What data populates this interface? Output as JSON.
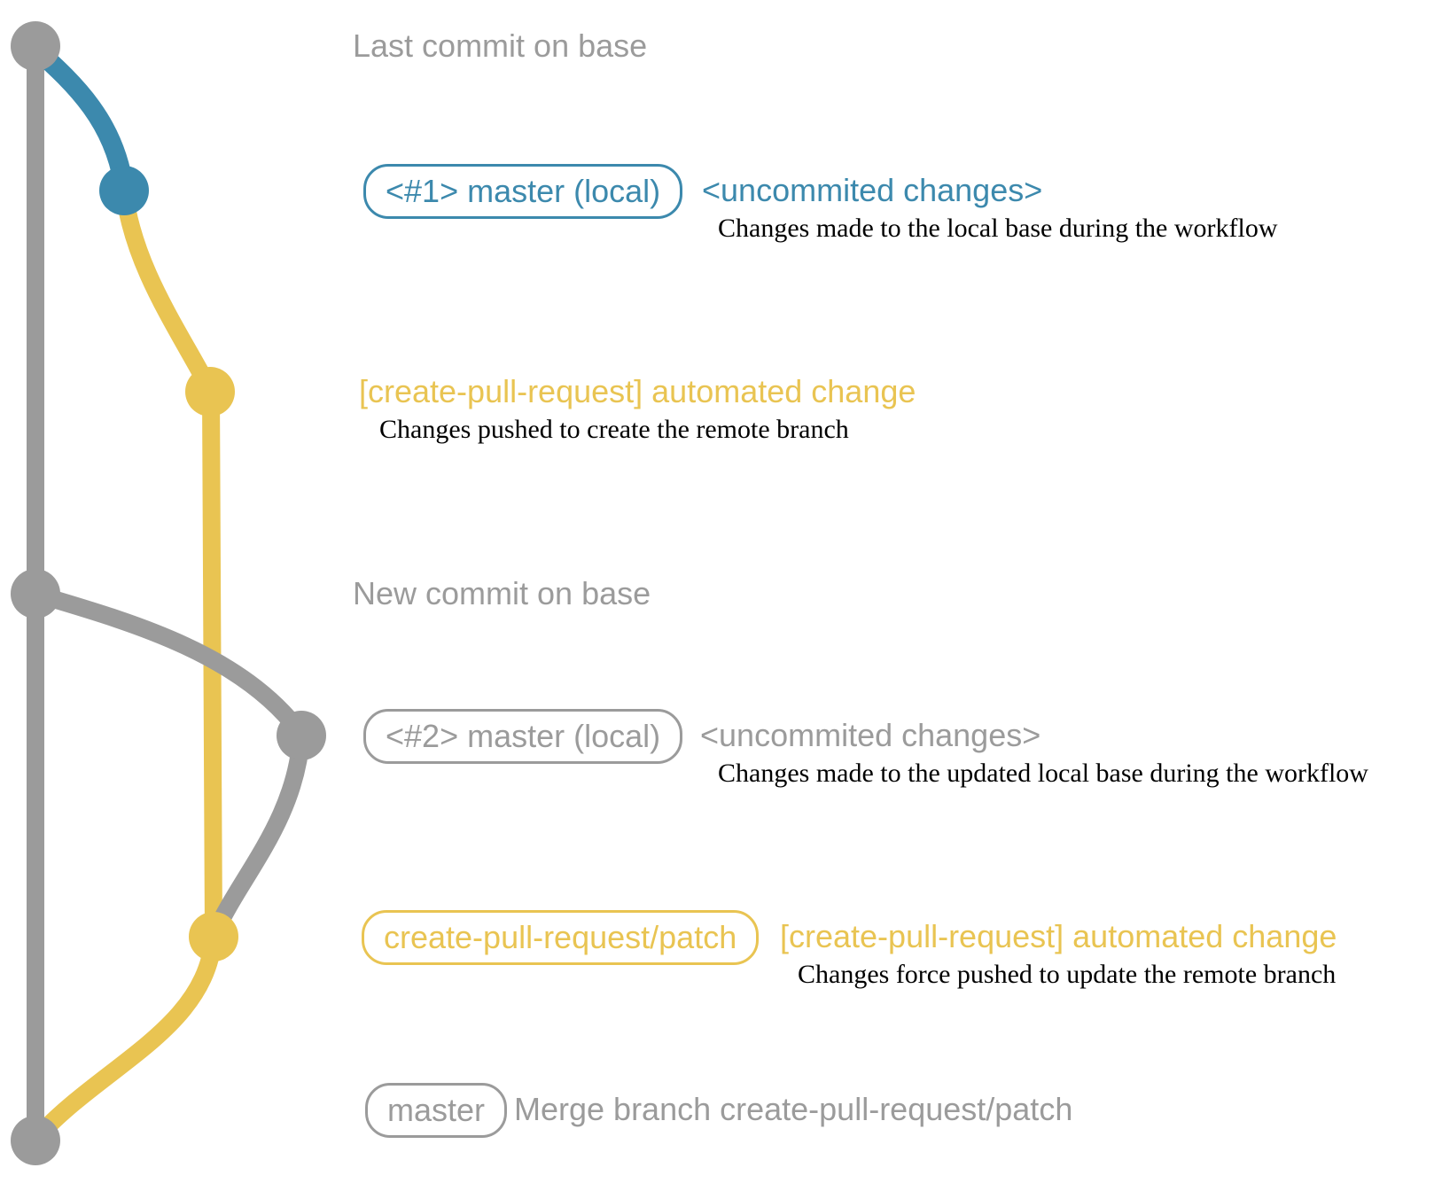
{
  "colors": {
    "gray": "#9b9b9b",
    "blue": "#3c89ad",
    "yellow": "#e9c452",
    "description_text": "#000000",
    "background": "#ffffff"
  },
  "annotations": {
    "last_commit": "Last commit on base",
    "new_commit": "New commit on base"
  },
  "commits": [
    {
      "pill": "<#1> master (local)",
      "message": "<uncommited changes>",
      "description": "Changes made to the local base during the workflow"
    },
    {
      "message": "[create-pull-request] automated change",
      "description": "Changes pushed to create the remote branch"
    },
    {
      "pill": "<#2> master (local)",
      "message": "<uncommited changes>",
      "description": "Changes made to the updated local base during the workflow"
    },
    {
      "pill": "create-pull-request/patch",
      "message": "[create-pull-request] automated change",
      "description": "Changes force pushed to update the remote branch"
    },
    {
      "pill": "master",
      "message": "Merge branch create-pull-request/patch"
    }
  ]
}
